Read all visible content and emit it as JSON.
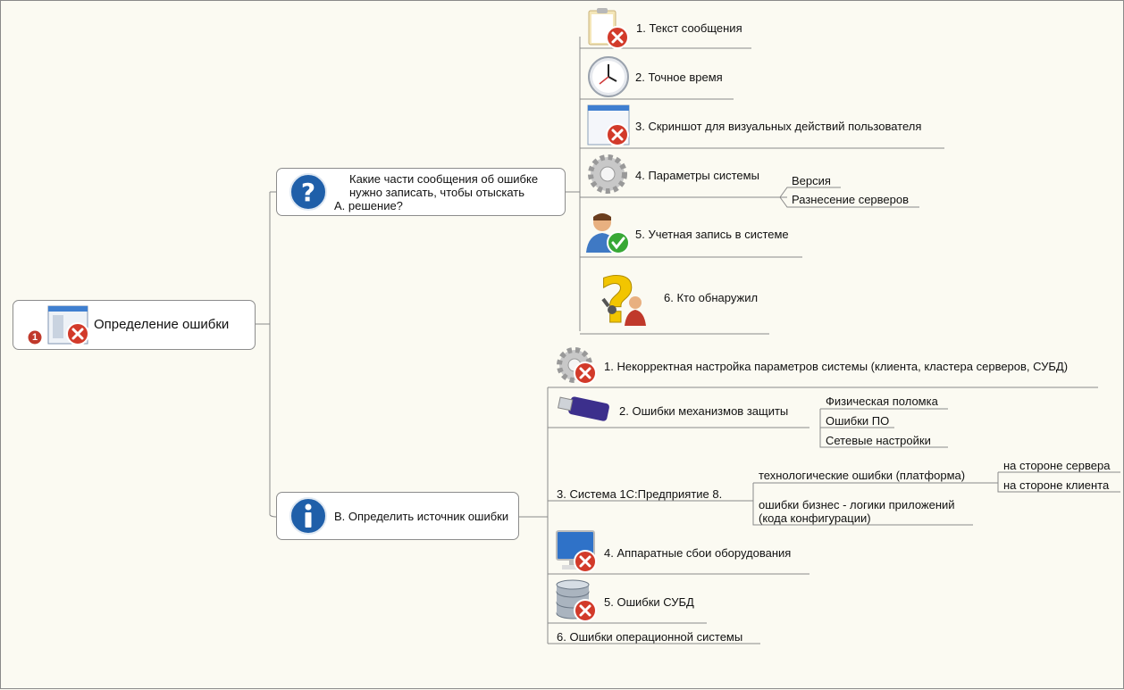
{
  "root": {
    "label": "Определение ошибки",
    "badge": "1"
  },
  "a": {
    "label_line1": "Какие части сообщения об ошибке",
    "label_line2": "нужно записать, чтобы отыскать",
    "label_line3": "A. решение?",
    "items": [
      {
        "label": "1. Текст сообщения"
      },
      {
        "label": "2. Точное время"
      },
      {
        "label": "3. Скриншот для визуальных действий пользователя"
      },
      {
        "label": "4. Параметры системы",
        "children": [
          "Версия",
          "Разнесение серверов"
        ]
      },
      {
        "label": "5. Учетная запись в системе"
      },
      {
        "label": "6. Кто обнаружил"
      }
    ]
  },
  "b": {
    "label": "B. Определить источник ошибки",
    "items": [
      {
        "label": "1. Некорректная настройка параметров системы (клиента, кластера серверов, СУБД)"
      },
      {
        "label": "2. Ошибки механизмов защиты",
        "children": [
          "Физическая поломка",
          "Ошибки ПО",
          "Сетевые настройки"
        ]
      },
      {
        "label": "3. Система 1С:Предприятие 8.",
        "children": [
          {
            "label": "технологические ошибки (платформа)",
            "children": [
              "на стороне сервера",
              "на стороне клиента"
            ]
          },
          {
            "label_line1": "ошибки бизнес - логики приложений",
            "label_line2": "(кода конфигурации)"
          }
        ]
      },
      {
        "label": "4. Аппаратные сбои оборудования"
      },
      {
        "label": "5. Ошибки СУБД"
      },
      {
        "label": "6. Ошибки операционной системы"
      }
    ]
  },
  "icons": {
    "error": "error-x-icon",
    "question": "question-icon",
    "info": "info-icon",
    "clipboard": "clipboard-icon",
    "clock": "clock-icon",
    "window": "window-icon",
    "gear": "gear-icon",
    "user": "user-check-icon",
    "detective": "question-person-icon",
    "usb": "usb-key-icon",
    "monitor": "monitor-icon",
    "database": "database-icon"
  }
}
